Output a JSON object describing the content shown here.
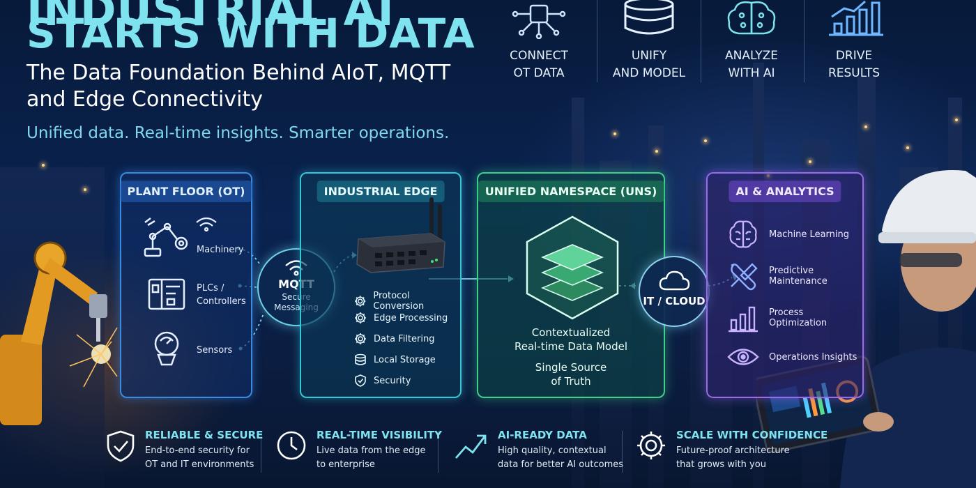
{
  "header": {
    "title_line1": "INDUSTRIAL AI",
    "title_line2": "STARTS WITH DATA",
    "subtitle": "The Data Foundation Behind AIoT, MQTT and Edge Connectivity",
    "tagline": "Unified data. Real-time insights. Smarter operations."
  },
  "steps": [
    {
      "line1": "CONNECT",
      "line2": "OT DATA",
      "icon": "network-chip-icon"
    },
    {
      "line1": "UNIFY",
      "line2": "AND MODEL",
      "icon": "database-icon"
    },
    {
      "line1": "ANALYZE",
      "line2": "WITH AI",
      "icon": "brain-circuit-icon"
    },
    {
      "line1": "DRIVE",
      "line2": "RESULTS",
      "icon": "growth-chart-icon"
    }
  ],
  "plant_floor": {
    "title": "PLANT FLOOR (OT)",
    "items": [
      {
        "label": "Machinery",
        "icon": "robot-arm-icon"
      },
      {
        "label": "PLCs / Controllers",
        "icon": "plc-icon"
      },
      {
        "label": "Sensors",
        "icon": "sensor-icon"
      }
    ]
  },
  "mqtt": {
    "title": "MQTT",
    "line1": "Secure",
    "line2": "Messaging"
  },
  "industrial_edge": {
    "title": "INDUSTRIAL EDGE",
    "items": [
      {
        "label": "Protocol Conversion",
        "icon": "gear-icon"
      },
      {
        "label": "Edge Processing",
        "icon": "gear-icon"
      },
      {
        "label": "Data Filtering",
        "icon": "gear-icon"
      },
      {
        "label": "Local Storage",
        "icon": "database-icon"
      },
      {
        "label": "Security",
        "icon": "shield-icon"
      }
    ]
  },
  "uns": {
    "title": "UNIFIED NAMESPACE (UNS)",
    "line1": "Contextualized",
    "line2": "Real-time Data Model",
    "line3": "Single Source",
    "line4": "of Truth"
  },
  "it_cloud": {
    "label": "IT / CLOUD"
  },
  "ai_analytics": {
    "title": "AI & ANALYTICS",
    "items": [
      {
        "label": "Machine Learning",
        "icon": "brain-icon"
      },
      {
        "label": "Predictive Maintenance",
        "icon": "wrench-icon"
      },
      {
        "label": "Process Optimization",
        "icon": "bar-chart-icon"
      },
      {
        "label": "Operations Insights",
        "icon": "eye-icon"
      }
    ]
  },
  "benefits": [
    {
      "title": "RELIABLE & SECURE",
      "line1": "End-to-end security for",
      "line2": "OT and IT environments",
      "icon": "shield-check-icon"
    },
    {
      "title": "REAL-TIME VISIBILITY",
      "line1": "Live data from the edge",
      "line2": "to enterprise",
      "icon": "clock-icon"
    },
    {
      "title": "AI-READY DATA",
      "line1": "High quality, contextual",
      "line2": "data for better AI outcomes",
      "icon": "trend-arrow-icon"
    },
    {
      "title": "SCALE WITH CONFIDENCE",
      "line1": "Future-proof architecture",
      "line2": "that grows with you",
      "icon": "gear-icon"
    }
  ],
  "colors": {
    "accent_cyan": "#7ee3ee",
    "ot_blue": "#3a8be0",
    "edge_teal": "#35c7d6",
    "uns_green": "#3fcf8a",
    "ai_purple": "#9a6ae8"
  }
}
